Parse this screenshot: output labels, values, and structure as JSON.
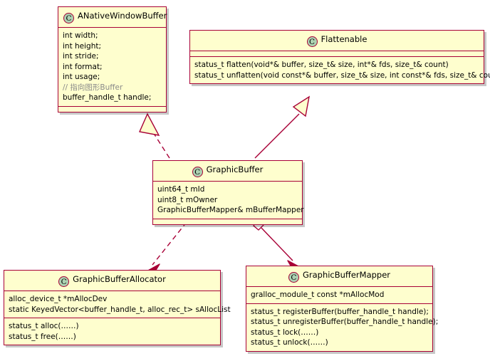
{
  "diagram": {
    "type": "uml-class-diagram",
    "stereotype_badge": "C",
    "colors": {
      "class_fill": "#FEFECE",
      "class_border": "#A80036",
      "badge_fill": "#ADD1B2",
      "line": "#A80036",
      "comment_text": "#888888",
      "background": "#FFFFFF"
    }
  },
  "classes": [
    {
      "id": "anativewindowbuffer",
      "name": "ANativeWindowBuffer",
      "attributes": [
        {
          "text": "int width;",
          "comment": false
        },
        {
          "text": "int height;",
          "comment": false
        },
        {
          "text": "int stride;",
          "comment": false
        },
        {
          "text": "int format;",
          "comment": false
        },
        {
          "text": "int usage;",
          "comment": false
        },
        {
          "text": "// 指向图形Buffer",
          "comment": true
        },
        {
          "text": "buffer_handle_t handle;",
          "comment": false
        }
      ],
      "methods": []
    },
    {
      "id": "flattenable",
      "name": "Flattenable",
      "attributes": [],
      "methods": [
        {
          "text": "status_t flatten(void*& buffer, size_t& size, int*& fds, size_t& count)",
          "comment": false
        },
        {
          "text": "status_t unflatten(void const*& buffer, size_t& size, int const*& fds, size_t& count)",
          "comment": false
        }
      ]
    },
    {
      "id": "graphicbuffer",
      "name": "GraphicBuffer",
      "attributes": [
        {
          "text": "uint64_t mId",
          "comment": false
        },
        {
          "text": "uint8_t mOwner",
          "comment": false
        },
        {
          "text": "GraphicBufferMapper& mBufferMapper",
          "comment": false
        }
      ],
      "methods": []
    },
    {
      "id": "graphicbufferallocator",
      "name": "GraphicBufferAllocator",
      "attributes": [
        {
          "text": "alloc_device_t  *mAllocDev",
          "comment": false
        },
        {
          "text": "static KeyedVector<buffer_handle_t, alloc_rec_t> sAllocList",
          "comment": false
        }
      ],
      "methods": [
        {
          "text": "status_t alloc(……)",
          "comment": false
        },
        {
          "text": "status_t free(……)",
          "comment": false
        }
      ]
    },
    {
      "id": "graphicbuffermapper",
      "name": "GraphicBufferMapper",
      "attributes": [
        {
          "text": "gralloc_module_t const *mAllocMod",
          "comment": false
        }
      ],
      "methods": [
        {
          "text": "status_t registerBuffer(buffer_handle_t handle);",
          "comment": false
        },
        {
          "text": "status_t unregisterBuffer(buffer_handle_t handle);",
          "comment": false
        },
        {
          "text": "status_t lock(……)",
          "comment": false
        },
        {
          "text": "status_t unlock(……)",
          "comment": false
        }
      ]
    }
  ],
  "relations": [
    {
      "from": "graphicbuffer",
      "to": "anativewindowbuffer",
      "kind": "realization",
      "line": "dashed",
      "head": "hollow-triangle"
    },
    {
      "from": "graphicbuffer",
      "to": "flattenable",
      "kind": "generalization",
      "line": "solid",
      "head": "hollow-triangle"
    },
    {
      "from": "graphicbuffer",
      "to": "graphicbufferallocator",
      "kind": "dependency",
      "line": "dashed",
      "head": "open-arrow"
    },
    {
      "from": "graphicbuffer",
      "to": "graphicbuffermapper",
      "kind": "aggregation",
      "line": "solid",
      "head": "open-arrow",
      "tail": "hollow-diamond"
    }
  ]
}
